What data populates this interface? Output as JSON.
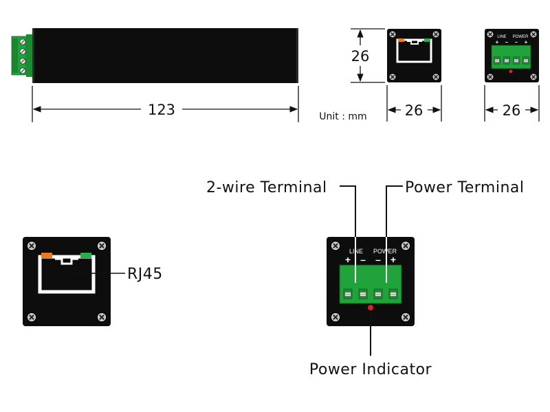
{
  "dimensions": {
    "length": "123",
    "height": "26",
    "width_rj45_end": "26",
    "width_terminal_end": "26",
    "unit": "Unit : mm"
  },
  "terminal_labels": {
    "line": "LINE",
    "power": "POWER",
    "plus": "+",
    "minus": "–"
  },
  "callouts": {
    "two_wire_terminal": "2-wire Terminal",
    "power_terminal": "Power Terminal",
    "rj45": "RJ45",
    "power_indicator": "Power Indicator"
  },
  "colors": {
    "body": "#0d0d0d",
    "terminal_green": "#20a33a",
    "led_orange": "#f07a1a",
    "led_green": "#22b24c",
    "indicator_red": "#e02020",
    "line": "#111111"
  }
}
